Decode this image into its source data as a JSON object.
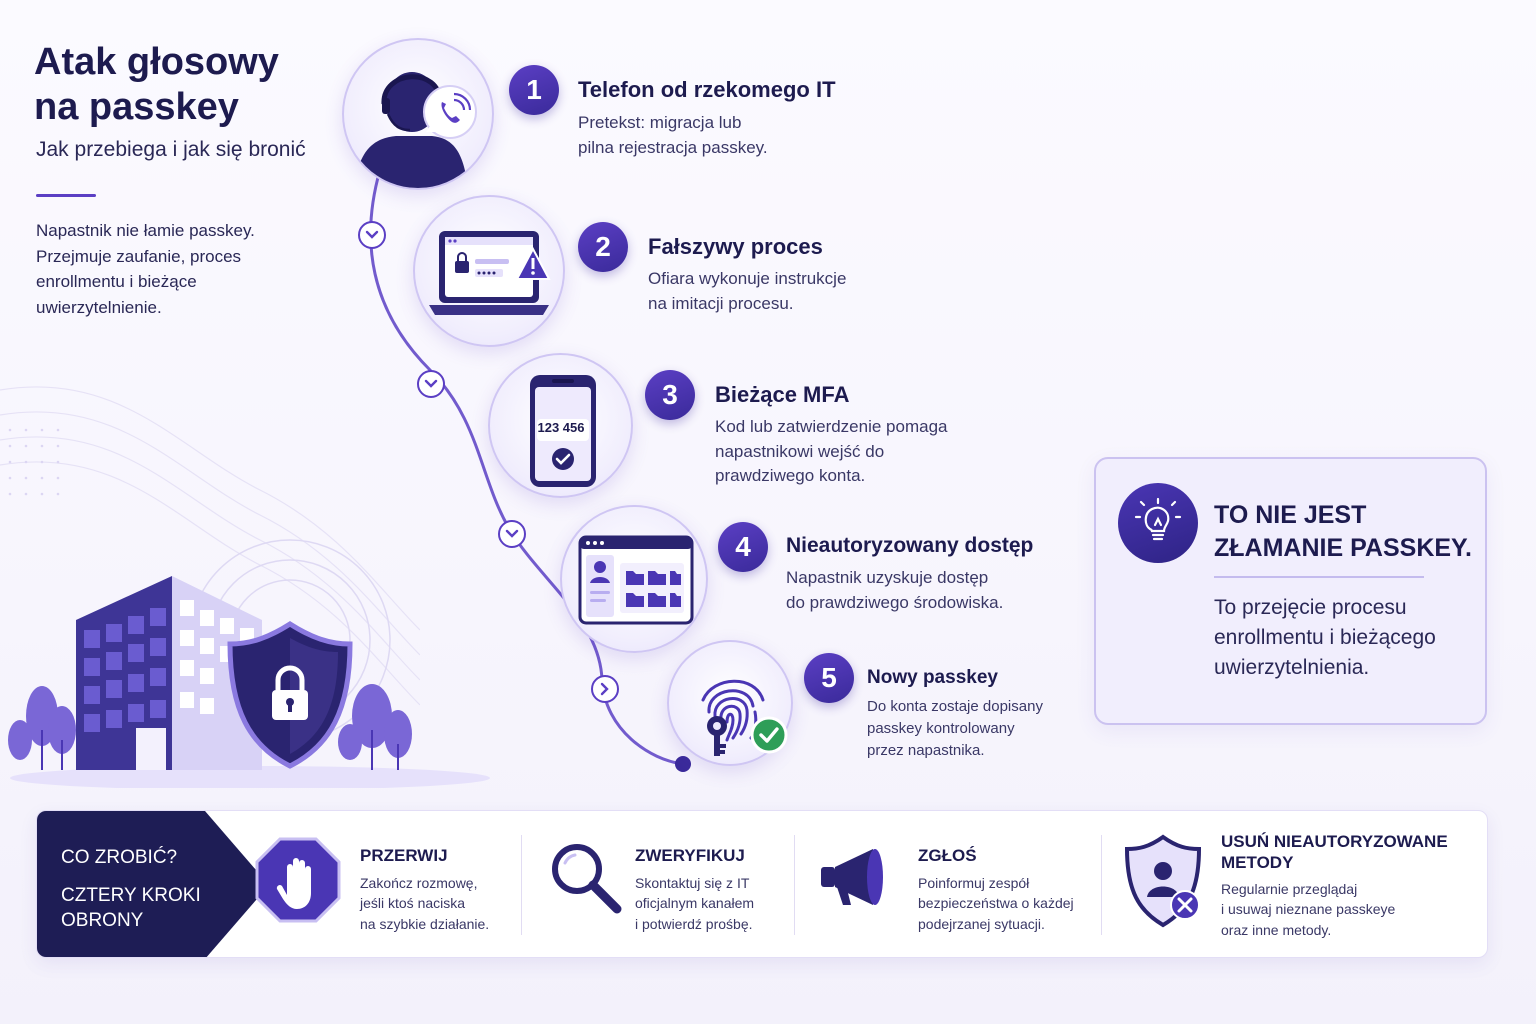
{
  "header": {
    "title_line1": "Atak głosowy",
    "title_line2": "na passkey",
    "subtitle": "Jak przebiega i jak się bronić",
    "intro": "Napastnik nie łamie passkey. Przejmuje zaufanie, proces enrollmentu i bieżące uwierzytelnienie."
  },
  "steps": [
    {
      "number": "1",
      "title": "Telefon od rzekomego IT",
      "desc_line1": "Pretekst: migracja lub",
      "desc_line2": "pilna rejestracja passkey.",
      "icon": "phone-call-icon"
    },
    {
      "number": "2",
      "title": "Fałszywy proces",
      "desc_line1": "Ofiara wykonuje instrukcje",
      "desc_line2": "na imitacji procesu.",
      "icon": "laptop-warning-icon"
    },
    {
      "number": "3",
      "title": "Bieżące MFA",
      "desc_line1": "Kod lub zatwierdzenie pomaga",
      "desc_line2": "napastnikowi wejść do",
      "desc_line3": "prawdziwego konta.",
      "code": "123 456",
      "icon": "smartphone-code-icon"
    },
    {
      "number": "4",
      "title": "Nieautoryzowany dostęp",
      "desc_line1": "Napastnik uzyskuje dostęp",
      "desc_line2": "do prawdziwego środowiska.",
      "icon": "browser-folders-icon"
    },
    {
      "number": "5",
      "title": "Nowy passkey",
      "desc_line1": "Do konta zostaje dopisany",
      "desc_line2": "passkey kontrolowany",
      "desc_line3": "przez napastnika.",
      "icon": "fingerprint-key-icon"
    }
  ],
  "infobox": {
    "title_line1": "TO NIE JEST",
    "title_line2": "ZŁAMANIE PASSKEY.",
    "desc": "To przejęcie procesu enrollmentu i bieżącego uwierzytelnienia.",
    "icon": "lightbulb-icon"
  },
  "defense": {
    "question": "CO ZROBIĆ?",
    "subtitle": "CZTERY KROKI OBRONY",
    "actions": [
      {
        "title": "PRZERWIJ",
        "desc_line1": "Zakończ rozmowę,",
        "desc_line2": "jeśli ktoś naciska",
        "desc_line3": "na szybkie działanie.",
        "icon": "stop-hand-icon"
      },
      {
        "title": "ZWERYFIKUJ",
        "desc_line1": "Skontaktuj się z IT",
        "desc_line2": "oficjalnym kanałem",
        "desc_line3": "i potwierdź prośbę.",
        "icon": "magnifier-icon"
      },
      {
        "title": "ZGŁOŚ",
        "desc_line1": "Poinformuj zespół",
        "desc_line2": "bezpieczeństwa o każdej",
        "desc_line3": "podejrzanej sytuacji.",
        "icon": "megaphone-icon"
      },
      {
        "title": "USUŃ NIEAUTORYZOWANE METODY",
        "desc_line1": "Regularnie przeglądaj",
        "desc_line2": "i usuwaj nieznane passkeye",
        "desc_line3": "oraz inne metody.",
        "icon": "shield-user-remove-icon"
      }
    ]
  },
  "colors": {
    "primary": "#5b3fc4",
    "dark": "#1e1d55",
    "check_green": "#2e9e58",
    "warning": "#4a36b4"
  }
}
